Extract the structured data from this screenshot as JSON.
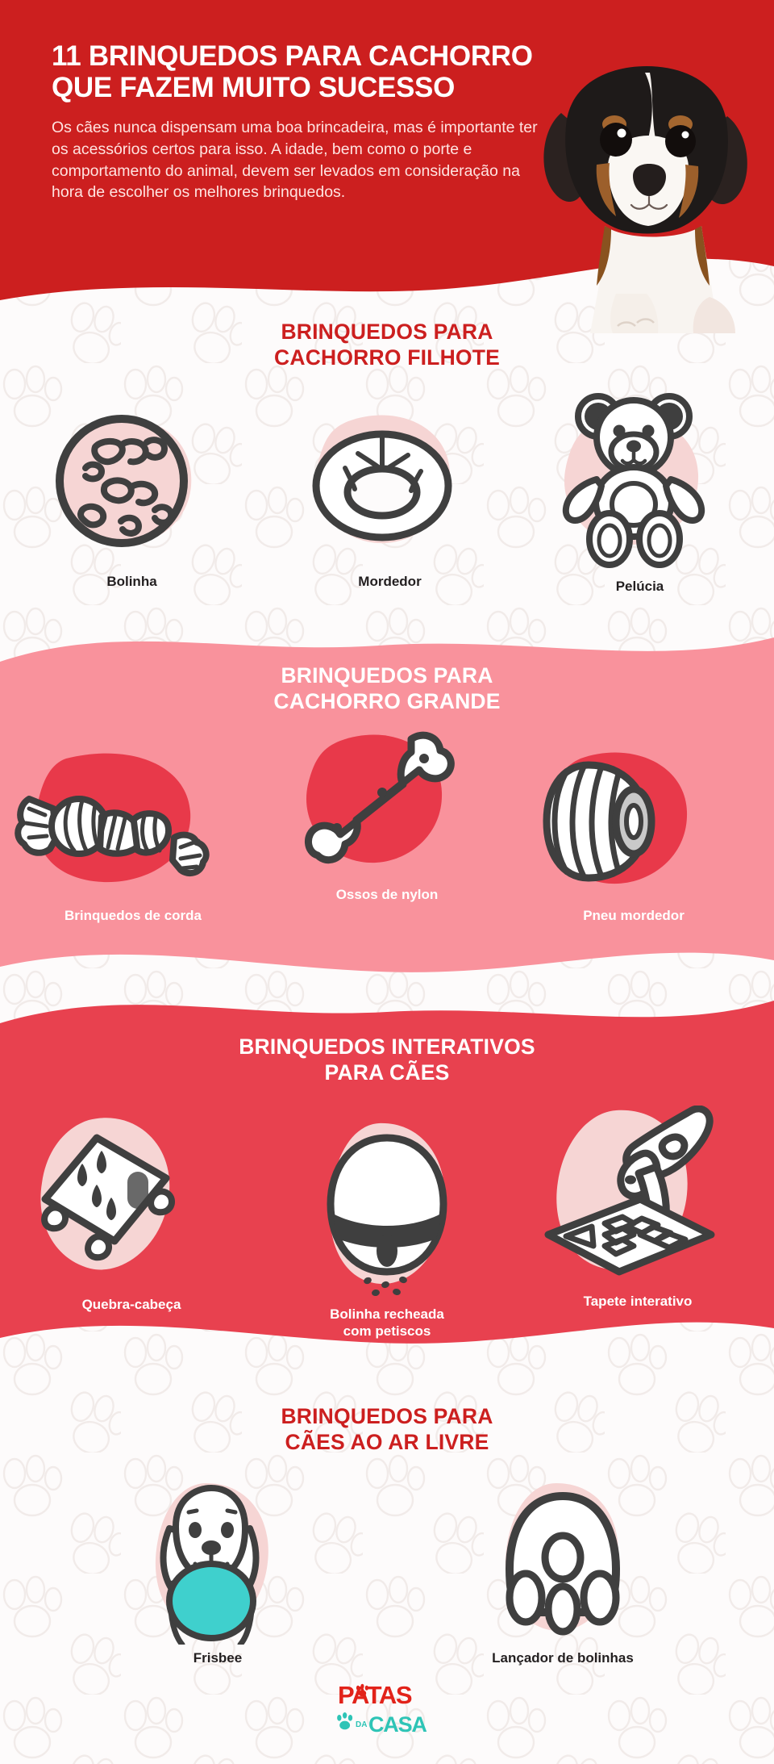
{
  "brand": {
    "colors": {
      "header_red": "#cc1f1f",
      "band_pink_light": "#f9929c",
      "band_pink_mid": "#f0efef",
      "band_red": "#e8414f",
      "blob_pale_pink": "#f6d5d4",
      "blob_red": "#e8394a",
      "outline_dark": "#3f3f3f",
      "teal": "#3fd0cd",
      "page_bg": "#fdfbfb",
      "title_red": "#cc1f1f",
      "body_text": "#231f20"
    },
    "logo": {
      "word_top": "PATAS",
      "word_bottom": "CASA",
      "word_small": "DA",
      "top_color": "#e2231a",
      "bottom_color": "#2ec4b6",
      "paw_icon": "paw-icon"
    }
  },
  "header": {
    "title_line1": "11 BRINQUEDOS PARA CACHORRO",
    "title_line2": "QUE FAZEM MUITO SUCESSO",
    "subtitle": "Os cães nunca dispensam uma boa brincadeira, mas é importante ter os acessórios certos para isso. A idade, bem como o porte e comportamento do animal, devem ser levados em consideração na hora de escolher os melhores brinquedos.",
    "photo_alt": "puppy-photo"
  },
  "sections": [
    {
      "id": "filhote",
      "title_line1": "BRINQUEDOS PARA",
      "title_line2": "CACHORRO FILHOTE",
      "title_color": "red",
      "label_color": "dark",
      "blob_color": "#f6d5d4",
      "items": [
        {
          "label": "Bolinha",
          "icon": "ball-with-bones-icon"
        },
        {
          "label": "Mordedor",
          "icon": "ring-chew-toy-icon"
        },
        {
          "label": "Pelúcia",
          "icon": "teddy-bear-icon"
        }
      ]
    },
    {
      "id": "grande",
      "title_line1": "BRINQUEDOS PARA",
      "title_line2": "CACHORRO GRANDE",
      "title_color": "white",
      "label_color": "white",
      "blob_color": "#e8394a",
      "items": [
        {
          "label": "Brinquedos de corda",
          "icon": "rope-toy-icon"
        },
        {
          "label": "Ossos de nylon",
          "icon": "nylon-bone-icon"
        },
        {
          "label": "Pneu mordedor",
          "icon": "tire-chew-icon"
        }
      ]
    },
    {
      "id": "interativos",
      "title_line1": "BRINQUEDOS INTERATIVOS",
      "title_line2": "PARA CÃES",
      "title_color": "white",
      "label_color": "white",
      "blob_color": "#f6d5d4",
      "items": [
        {
          "label": "Quebra-cabeça",
          "icon": "puzzle-board-icon"
        },
        {
          "label": "Bolinha recheada\ncom petiscos",
          "icon": "treat-ball-icon"
        },
        {
          "label": "Tapete interativo",
          "icon": "snuffle-mat-icon"
        }
      ]
    },
    {
      "id": "arlivre",
      "title_line1": "BRINQUEDOS  PARA",
      "title_line2": "CÃES AO AR LIVRE",
      "title_color": "red",
      "label_color": "dark",
      "blob_color": "#f6d5d4",
      "items": [
        {
          "label": "Frisbee",
          "icon": "dog-with-frisbee-icon"
        },
        {
          "label": "Lançador de bolinhas",
          "icon": "ball-launcher-icon"
        }
      ]
    }
  ]
}
